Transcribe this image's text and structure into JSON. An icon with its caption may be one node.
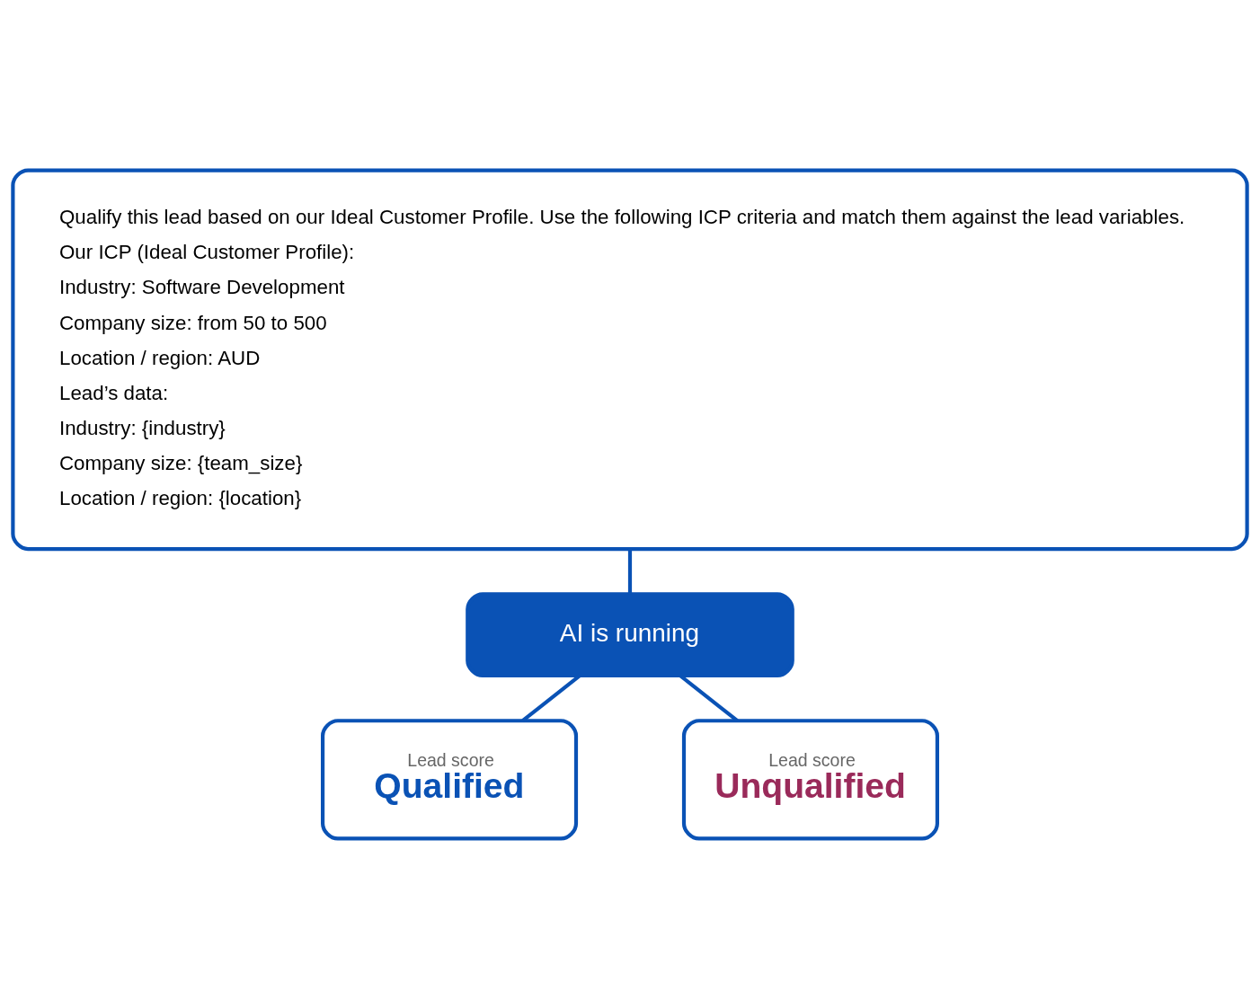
{
  "diagram": {
    "nodes": [
      {
        "text": [
          "Qualify this lead based on our Ideal Customer Profile. Use the following ICP criteria and match them against the lead variables.",
          "Our ICP (Ideal Customer Profile):",
          "Industry: Software Development",
          "Company size: from 50 to 500",
          "Location / region: AUD",
          "Lead’s data:",
          "Industry: {industry}",
          "Company size: {team_size}",
          "Location / region: {location}"
        ]
      },
      {
        "text": [
          "AI is running"
        ]
      },
      {
        "text": [
          "Lead score",
          "Qualified"
        ]
      },
      {
        "text": [
          "Lead score",
          "Unqualified"
        ]
      }
    ],
    "edges": [
      {
        "from": 0,
        "to": 1,
        "arrow": "none"
      },
      {
        "from": 1,
        "to": 2,
        "arrow": "none"
      },
      {
        "from": 1,
        "to": 3,
        "arrow": "none"
      }
    ]
  }
}
